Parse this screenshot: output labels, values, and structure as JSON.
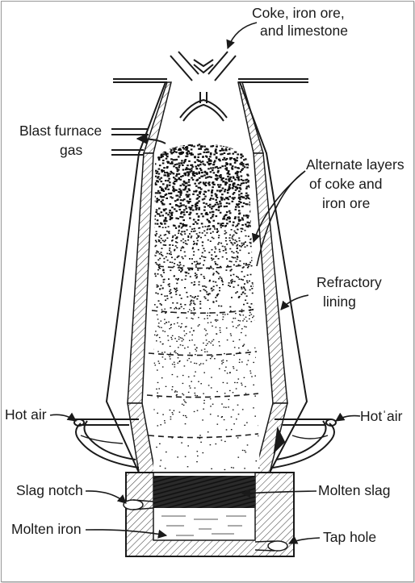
{
  "labels": {
    "coke_l1": "Coke, iron ore,",
    "coke_l2": "and limestone",
    "blast_l1": "Blast furnace",
    "blast_l2": "gas",
    "alt_l1": "Alternate layers",
    "alt_l2": "of coke and",
    "alt_l3": "iron ore",
    "refractory_l1": "Refractory",
    "refractory_l2": "lining",
    "hot_air_left": "Hot air",
    "hot_air_right": "Hotˈair",
    "slag_notch": "Slag notch",
    "molten_slag": "Molten slag",
    "molten_iron": "Molten iron",
    "tap_hole": "Tap hole"
  },
  "colors": {
    "ink": "#1a1a1a",
    "paper": "#ffffff"
  }
}
